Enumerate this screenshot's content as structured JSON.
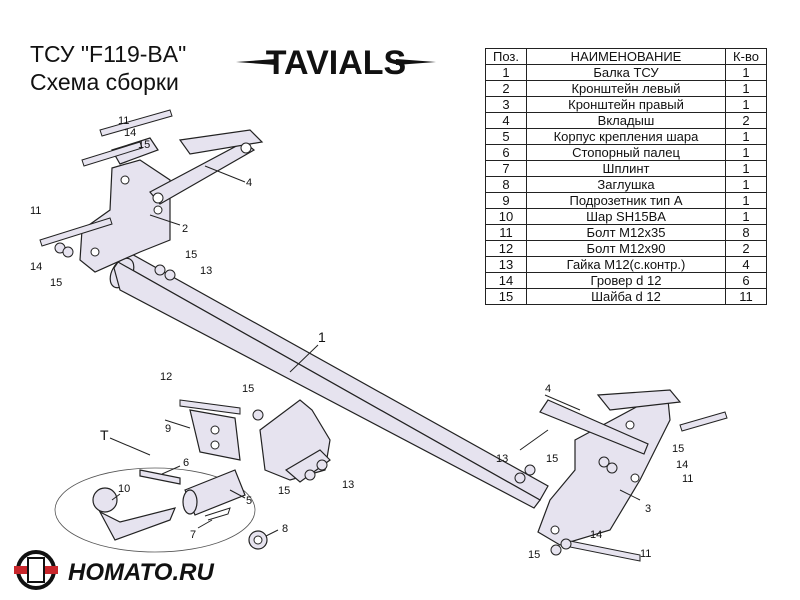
{
  "title": {
    "line1": "ТСУ  \"F119-BA\"",
    "line2": "Схема сборки"
  },
  "brand": {
    "name": "TAVIALS"
  },
  "table": {
    "headers": [
      "Поз.",
      "НАИМЕНОВАНИЕ",
      "К-во"
    ],
    "rows": [
      [
        "1",
        "Балка ТСУ",
        "1"
      ],
      [
        "2",
        "Кронштейн левый",
        "1"
      ],
      [
        "3",
        "Кронштейн правый",
        "1"
      ],
      [
        "4",
        "Вкладыш",
        "2"
      ],
      [
        "5",
        "Корпус крепления шара",
        "1"
      ],
      [
        "6",
        "Стопорный палец",
        "1"
      ],
      [
        "7",
        "Шплинт",
        "1"
      ],
      [
        "8",
        "Заглушка",
        "1"
      ],
      [
        "9",
        "Подрозетник тип А",
        "1"
      ],
      [
        "10",
        "Шар SH15BA",
        "1"
      ],
      [
        "11",
        "Болт М12х35",
        "8"
      ],
      [
        "12",
        "Болт М12х90",
        "2"
      ],
      [
        "13",
        "Гайка М12(с.контр.)",
        "4"
      ],
      [
        "14",
        "Гровер d 12",
        "6"
      ],
      [
        "15",
        "Шайба d 12",
        "11"
      ]
    ]
  },
  "callouts": {
    "n1": "1",
    "n2": "2",
    "n3": "3",
    "n4": "4",
    "n5": "5",
    "n6": "6",
    "n7": "7",
    "n8": "8",
    "n9": "9",
    "n10": "10",
    "n11": "11",
    "n12": "12",
    "n13": "13",
    "n14": "14",
    "n15": "15",
    "T": "T"
  },
  "footer": {
    "site": "HOMATO.RU"
  },
  "colors": {
    "part_fill": "#e6e3ef",
    "outline": "#222222",
    "logo_red": "#c8262b"
  }
}
